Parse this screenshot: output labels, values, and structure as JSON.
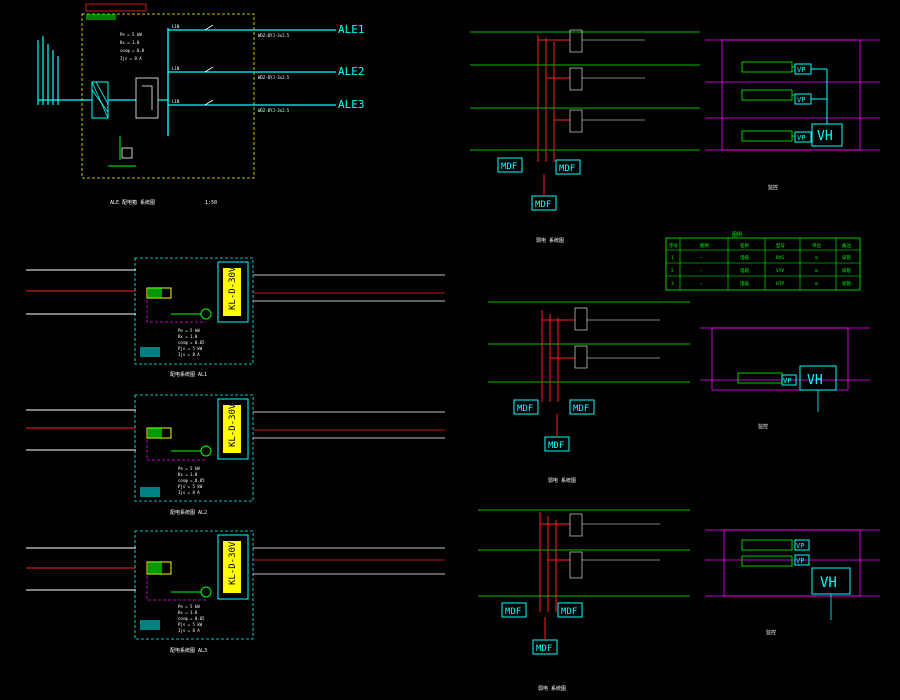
{
  "colors": {
    "background": "#000000",
    "cyan": "#00ffff",
    "green": "#00ff00",
    "red": "#ff2020",
    "white": "#ffffff",
    "yellow": "#ffff00",
    "magenta": "#ff00ff",
    "blue": "#4060ff"
  },
  "top_panel": {
    "outputs": [
      "ALE1",
      "ALE2",
      "ALE3"
    ],
    "caption": "ALE 配电箱 系统图",
    "scale": "1:50"
  },
  "small_panels": [
    {
      "box_label": "KL-D-30V",
      "caption": "配电系统图 AL1",
      "params": [
        "Pe = 5 kW",
        "Kx = 1.0",
        "cosφ = 0.85",
        "Pjs = 5 kW",
        "Ijs = 8 A"
      ]
    },
    {
      "box_label": "KL-D-30V",
      "caption": "配电系统图 AL2",
      "params": [
        "Pe = 5 kW",
        "Kx = 1.0",
        "cosφ = 0.85",
        "Pjs = 5 kW",
        "Ijs = 8 A"
      ]
    },
    {
      "box_label": "KL-D-30V",
      "caption": "配电系统图 AL3",
      "params": [
        "Pe = 5 kW",
        "Kx = 1.0",
        "cosφ = 0.85",
        "Pjs = 5 kW",
        "Ijs = 8 A"
      ]
    }
  ],
  "mdf_diagrams": [
    {
      "boxes": [
        "MDF",
        "MDF",
        "MDF"
      ],
      "caption": "弱电 系统图"
    },
    {
      "boxes": [
        "MDF",
        "MDF",
        "MDF"
      ],
      "caption": "弱电 系统图"
    },
    {
      "boxes": [
        "MDF",
        "MDF",
        "MDF"
      ],
      "caption": "弱电 系统图"
    }
  ],
  "vh_diagrams": [
    {
      "boxes": [
        "VP",
        "VP",
        "VP"
      ],
      "main": "VH",
      "caption": "监控"
    },
    {
      "boxes": [
        "VP"
      ],
      "main": "VH",
      "caption": "监控"
    },
    {
      "boxes": [
        "VP",
        "VP"
      ],
      "main": "VH",
      "caption": "监控"
    }
  ],
  "legend_table": {
    "title": "图例",
    "headers": [
      "序号",
      "图例",
      "名称",
      "型号",
      "单位",
      "备注"
    ],
    "rows": [
      [
        "1",
        "—",
        "电缆",
        "RVS",
        "m",
        "穿管"
      ],
      [
        "2",
        "—",
        "电缆",
        "SYV",
        "m",
        "穿管"
      ],
      [
        "3",
        "—",
        "电缆",
        "UTP",
        "m",
        "穿管"
      ]
    ]
  }
}
